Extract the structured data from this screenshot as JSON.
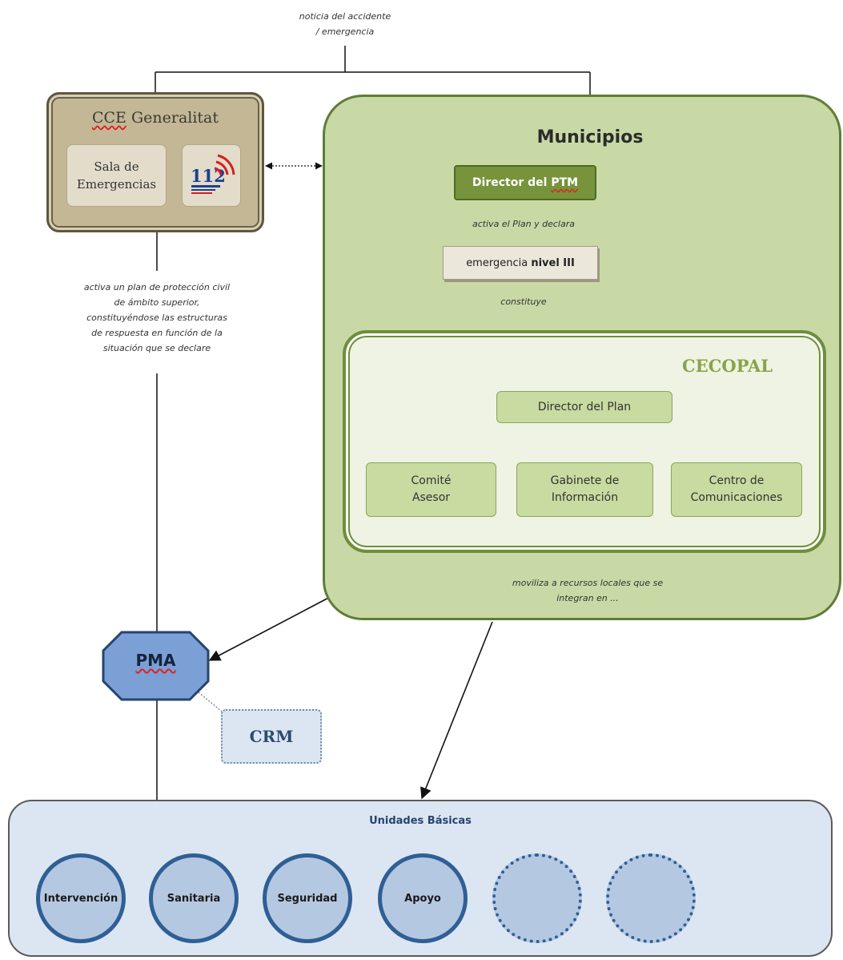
{
  "top_label": {
    "line1": "noticia del accidente",
    "line2": "/ emergencia"
  },
  "cce": {
    "title": "CCE Generalitat",
    "sala": {
      "line1": "Sala de",
      "line2": "Emergencias"
    },
    "logo": {
      "number": "112",
      "icon": "112-emergency-logo"
    }
  },
  "cce_link_label": {
    "lines": [
      "activa un plan de protección civil",
      "de ámbito superior,",
      "constituyéndose las estructuras",
      "de respuesta en función de la",
      "situación que se declare"
    ]
  },
  "municipios": {
    "title": "Municipios",
    "director_ptm": "Director del PTM",
    "activa_label": "activa el Plan y declara",
    "emergencia_prefix": "emergencia ",
    "emergencia_level": "nivel III",
    "constituye_label": "constituye",
    "moviliza_label": {
      "line1": "moviliza a recursos locales que se",
      "line2": "integran en ..."
    }
  },
  "cecopal": {
    "title": "CECOPAL",
    "director": "Director del Plan",
    "comite": {
      "line1": "Comité",
      "line2": "Asesor"
    },
    "gabinete": {
      "line1": "Gabinete de",
      "line2": "Información"
    },
    "centro": {
      "line1": "Centro de",
      "line2": "Comunicaciones"
    }
  },
  "pma": "PMA",
  "crm": "CRM",
  "unidades": {
    "title": "Unidades Básicas",
    "items": [
      "Intervención",
      "Sanitaria",
      "Seguridad",
      "Apoyo"
    ]
  },
  "colors": {
    "cce_fill": "#c3b796",
    "municipios_fill": "#c8d9a6",
    "director_ptm_fill": "#77933c",
    "pma_fill": "#7ba0d6",
    "unit_border": "#2f5f95"
  }
}
